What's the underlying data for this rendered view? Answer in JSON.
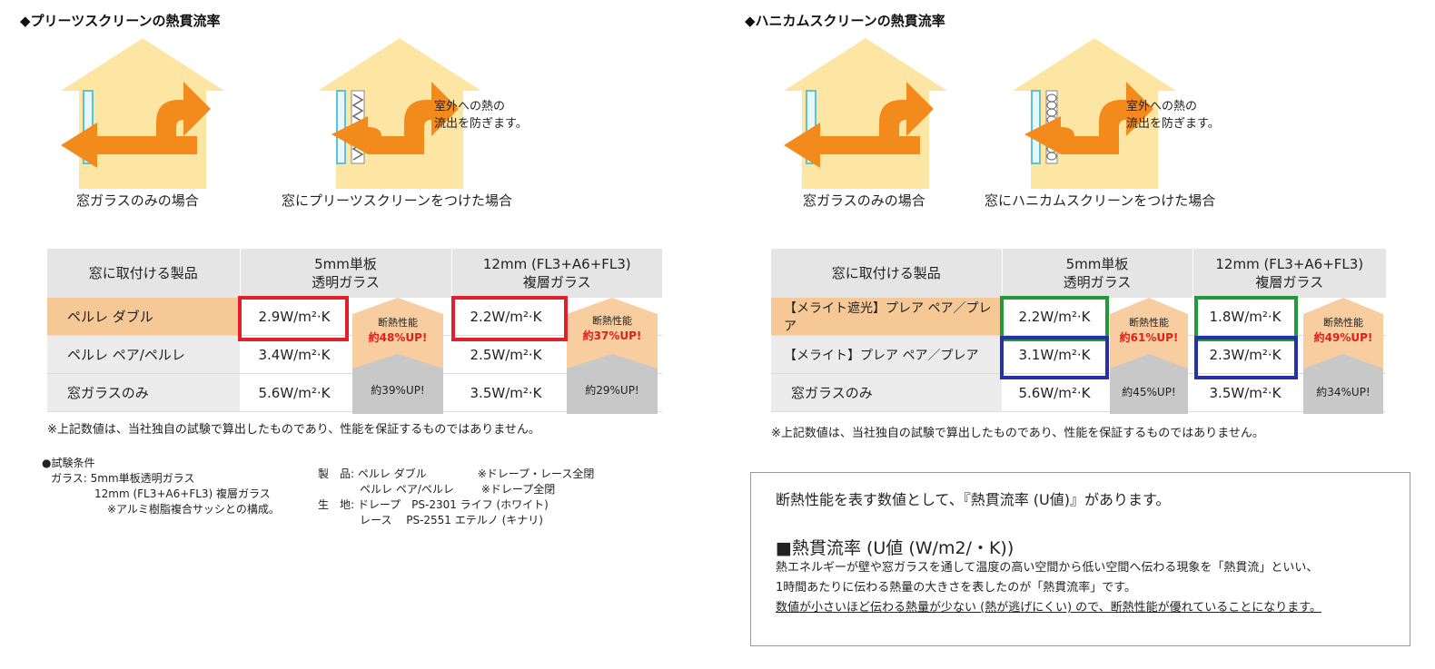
{
  "left": {
    "title": "◆プリーツスクリーンの熱貫流率",
    "caption_a": "窓ガラスのみの場合",
    "caption_b": "窓にプリーツスクリーンをつけた場合",
    "note_line1": "室外への熱の",
    "note_line2": "流出を防ぎます。",
    "table": {
      "head_product": "窓に取付ける製品",
      "head_col1_l1": "5mm単板",
      "head_col1_l2": "透明ガラス",
      "head_col2_l1": "12mm (FL3+A6+FL3)",
      "head_col2_l2": "複層ガラス",
      "rows": [
        {
          "label": "ペルレ ダブル",
          "v1": "2.9W/m²·K",
          "v2": "2.2W/m²·K"
        },
        {
          "label": "ペルレ ペア/ペルレ",
          "v1": "3.4W/m²·K",
          "v2": "2.5W/m²·K"
        },
        {
          "label": "窓ガラスのみ",
          "v1": "5.6W/m²·K",
          "v2": "3.5W/m²·K"
        }
      ],
      "badge1_top_l1": "断熱性能",
      "badge1_top_l2": "約48%UP!",
      "badge1_bottom": "約39%UP!",
      "badge2_top_l1": "断熱性能",
      "badge2_top_l2": "約37%UP!",
      "badge2_bottom": "約29%UP!"
    },
    "disclaimer": "※上記数値は、当社独自の試験で算出したものであり、性能を保証するものではありません。",
    "conditions": {
      "heading": "●試験条件",
      "glass1": "ガラス: 5mm単板透明ガラス",
      "glass2": "12mm (FL3+A6+FL3) 複層ガラス",
      "glass3": "※アルミ樹脂複合サッシとの構成。",
      "prod1": "製　品: ペルレ ダブル",
      "prod1_note": "※ドレープ・レース全閉",
      "prod2": "ペルレ ペア/ペルレ",
      "prod2_note": "※ドレープ全閉",
      "fab1": "生　地: ドレープ　PS-2301 ライフ (ホワイト)",
      "fab2": "レース　 PS-2551 エテルノ (キナリ)"
    }
  },
  "right": {
    "title": "◆ハニカムスクリーンの熱貫流率",
    "caption_a": "窓ガラスのみの場合",
    "caption_b": "窓にハニカムスクリーンをつけた場合",
    "note_line1": "室外への熱の",
    "note_line2": "流出を防ぎます。",
    "table": {
      "head_product": "窓に取付ける製品",
      "head_col1_l1": "5mm単板",
      "head_col1_l2": "透明ガラス",
      "head_col2_l1": "12mm (FL3+A6+FL3)",
      "head_col2_l2": "複層ガラス",
      "rows": [
        {
          "label": "【メライト遮光】プレア ペア／プレア",
          "v1": "2.2W/m²·K",
          "v2": "1.8W/m²·K"
        },
        {
          "label": "【メライト】プレア ペア／プレア",
          "v1": "3.1W/m²·K",
          "v2": "2.3W/m²·K"
        },
        {
          "label": "窓ガラスのみ",
          "v1": "5.6W/m²·K",
          "v2": "3.5W/m²·K"
        }
      ],
      "badge1_top_l1": "断熱性能",
      "badge1_top_l2": "約61%UP!",
      "badge1_bottom": "約45%UP!",
      "badge2_top_l1": "断熱性能",
      "badge2_top_l2": "約49%UP!",
      "badge2_bottom": "約34%UP!"
    },
    "disclaimer": "※上記数値は、当社独自の試験で算出したものであり、性能を保証するものではありません。"
  },
  "info": {
    "line1": "断熱性能を表す数値として、『熱貫流率 (U値)』があります。",
    "heading": "■熱貫流率 (U値 (W/m2/・K))",
    "body1": "熱エネルギーが壁や窓ガラスを通して温度の高い空間から低い空間へ伝わる現象を「熱貫流」といい、",
    "body2": "1時間あたりに伝わる熱量の大きさを表したのが「熱貫流率」です。",
    "body3": "数値が小さいほど伝わる熱量が少ない (熱が逃げにくい) ので、断熱性能が優れていることになります。"
  },
  "colors": {
    "house": "#fde6a4",
    "arrow": "#f28a1c",
    "highlight_row": "#f6c896",
    "red_box": "#e0202a",
    "green_box": "#1f9a3a",
    "blue_box": "#2630a8"
  }
}
